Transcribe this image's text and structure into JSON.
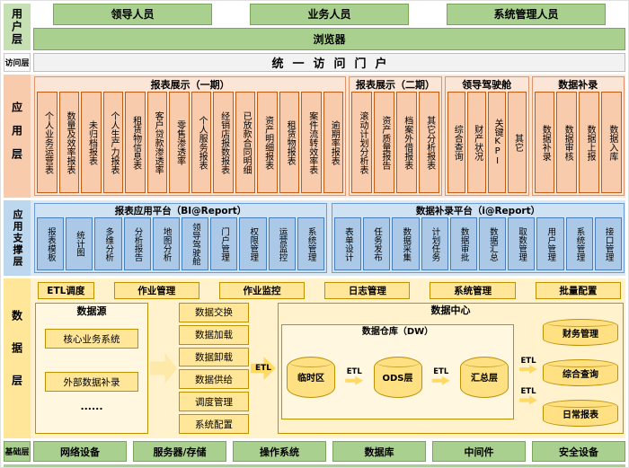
{
  "palette": {
    "green": "#a9d08e",
    "green_light": "#c6e0b4",
    "orange": "#f8cbad",
    "orange_light": "#fbe5d6",
    "blue": "#bdd7ee",
    "blue_light": "#cfe2f3",
    "yellow": "#ffe699",
    "yellow_light": "#fff2cc"
  },
  "layers": {
    "user": {
      "label": "用户层",
      "roles": [
        "领导人员",
        "业务人员",
        "系统管理人员"
      ],
      "browser": "浏览器"
    },
    "access": {
      "label": "访问层",
      "portal": "统一访问门户"
    },
    "application": {
      "label": "应用层",
      "groups": [
        {
          "title": "报表展示（一期）",
          "items": [
            "个人业务运营表",
            "数量及效率报表",
            "未归档报表",
            "个人生产力报表",
            "租赁物信息表",
            "客户贷款渗透率",
            "零售渗透率",
            "个人服务报表",
            "经销店报数报表",
            "已放款合同明细",
            "资产明细报表",
            "租赁物报表",
            "案件流转效率表",
            "逾期率报表"
          ]
        },
        {
          "title": "报表展示（二期）",
          "items": [
            "滚动计划分析表",
            "资产质量报告",
            "档案外借报表",
            "其它分析报表"
          ]
        },
        {
          "title": "领导驾驶舱",
          "items": [
            "综合查询",
            "财产状况",
            "关键KPI",
            "其它"
          ]
        },
        {
          "title": "数据补录",
          "items": [
            "数据补录",
            "数据审核",
            "数据上报",
            "数据入库"
          ]
        }
      ]
    },
    "support": {
      "label": "应用支撑层",
      "panels": [
        {
          "title": "报表应用平台（BI@Report）",
          "items": [
            "报表模板",
            "统计图",
            "多维分析",
            "分析报告",
            "地图分析",
            "领导驾驶舱",
            "门户管理",
            "权限管理",
            "运营监控",
            "系统管理"
          ]
        },
        {
          "title": "数据补录平台（i@Report）",
          "items": [
            "表单设计",
            "任务发布",
            "数据采集",
            "计划任务",
            "数据审批",
            "数据汇总",
            "取数管理",
            "用户管理",
            "系统管理",
            "接口管理"
          ]
        }
      ]
    },
    "data": {
      "label": "数据层",
      "toolbar": [
        "ETL调度",
        "作业管理",
        "作业监控",
        "日志管理",
        "系统管理",
        "批量配置"
      ],
      "source": {
        "title": "数据源",
        "items": [
          "核心业务系统",
          "外部数据补录",
          "......"
        ]
      },
      "exchange": [
        "数据交换",
        "数据加载",
        "数据卸载",
        "数据供给",
        "调度管理",
        "系统配置"
      ],
      "etl": "ETL",
      "center": {
        "title": "数据中心",
        "dw": {
          "title": "数据仓库（DW）",
          "stages": [
            "临时区",
            "ODS层",
            "汇总层"
          ]
        },
        "marts": [
          "财务管理",
          "综合查询",
          "日常报表"
        ]
      }
    },
    "infrastructure": {
      "label": "基础层",
      "items": [
        "网络设备",
        "服务器/存储",
        "操作系统",
        "数据库",
        "中间件",
        "安全设备"
      ]
    }
  }
}
